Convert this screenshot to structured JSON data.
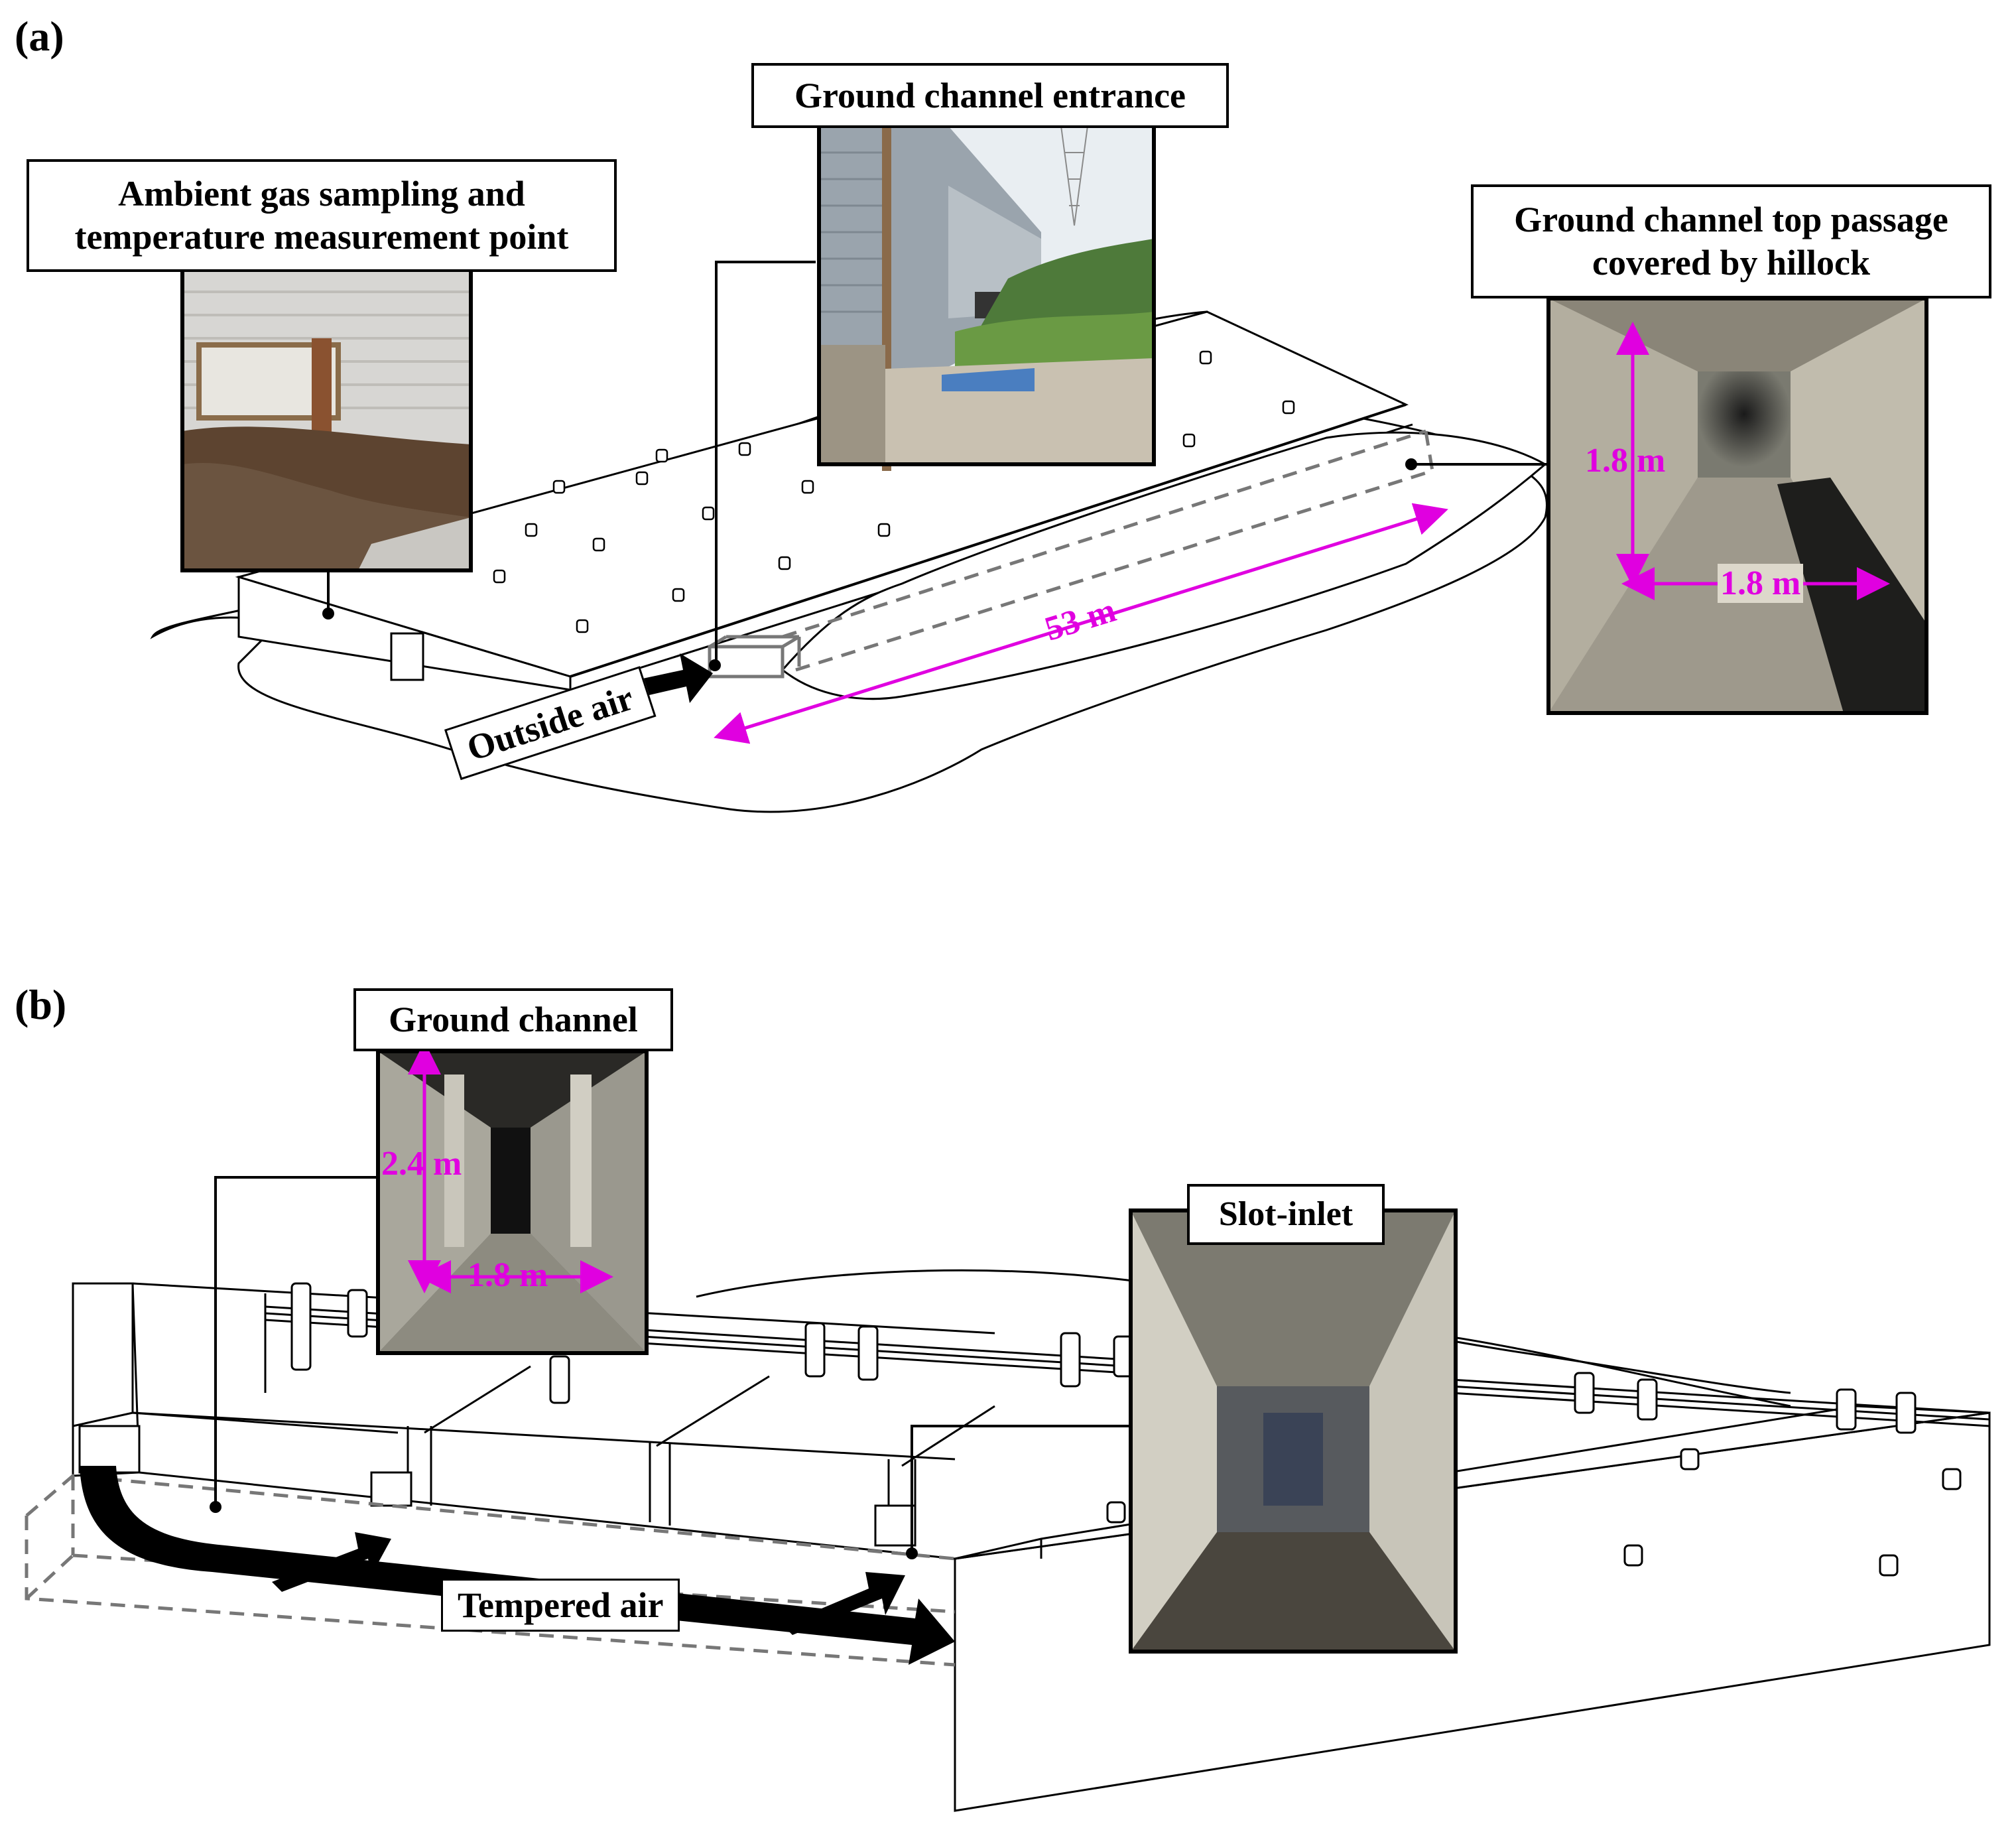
{
  "panels": {
    "a": "(a)",
    "b": "(b)"
  },
  "labels": {
    "ambient_line1": "Ambient gas sampling and",
    "ambient_line2": "temperature measurement point",
    "entrance": "Ground channel entrance",
    "top_passage_line1": "Ground channel top passage",
    "top_passage_line2": "covered by hillock",
    "ground_channel": "Ground channel",
    "slot_inlet": "Slot-inlet"
  },
  "flows": {
    "outside_air": "Outside air",
    "tempered_air": "Tempered air"
  },
  "dimensions": {
    "length": "53 m",
    "top_height": "1.8 m",
    "top_width": "1.8 m",
    "channel_height": "2.4 m",
    "channel_width": "1.8 m"
  },
  "colors": {
    "dimension": "#e000e0",
    "outline": "#000000",
    "dashed": "#777777"
  }
}
